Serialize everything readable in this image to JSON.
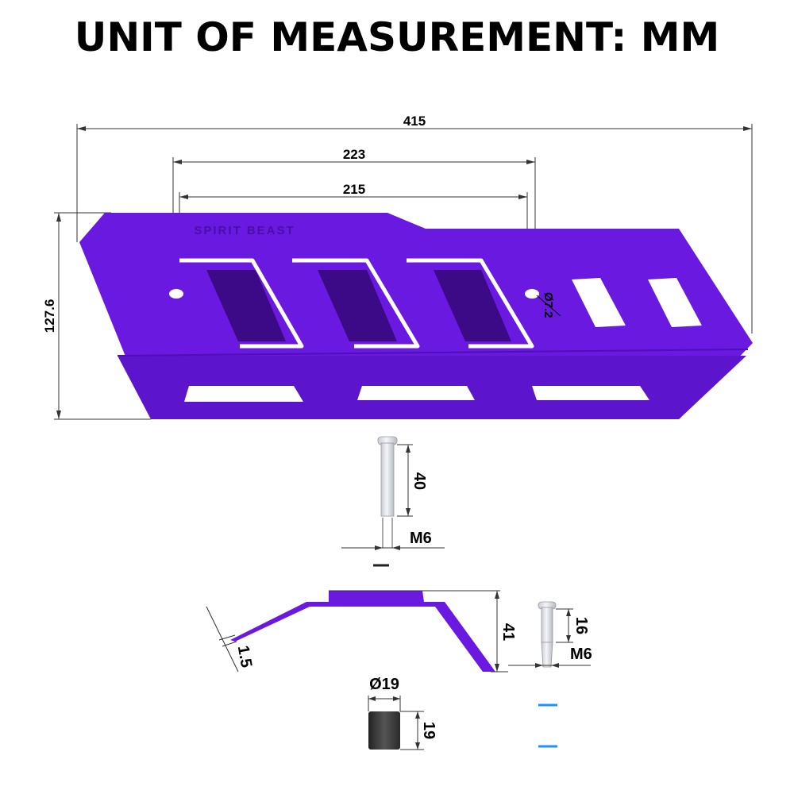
{
  "title": "UNIT OF MEASUREMENT: MM",
  "brand_mark": "SPIRIT BEAST",
  "colors": {
    "plate": "#6a1ae0",
    "plate_dark": "#5612c4",
    "plate_light": "#7a30ea",
    "bolt": "#e8eaf0",
    "spacer": "#3a3a3a"
  },
  "dimensions": {
    "overall_length": "415",
    "hole_span_outer": "223",
    "hole_span_inner": "215",
    "height": "127.6",
    "hole_diameter": "Ø7.2",
    "long_bolt_length": "40",
    "long_bolt_thread": "M6",
    "short_bolt_length": "16",
    "short_bolt_thread": "M6",
    "plate_thickness": "1.5",
    "profile_height": "41",
    "spacer_diameter": "Ø19",
    "spacer_height": "19"
  }
}
